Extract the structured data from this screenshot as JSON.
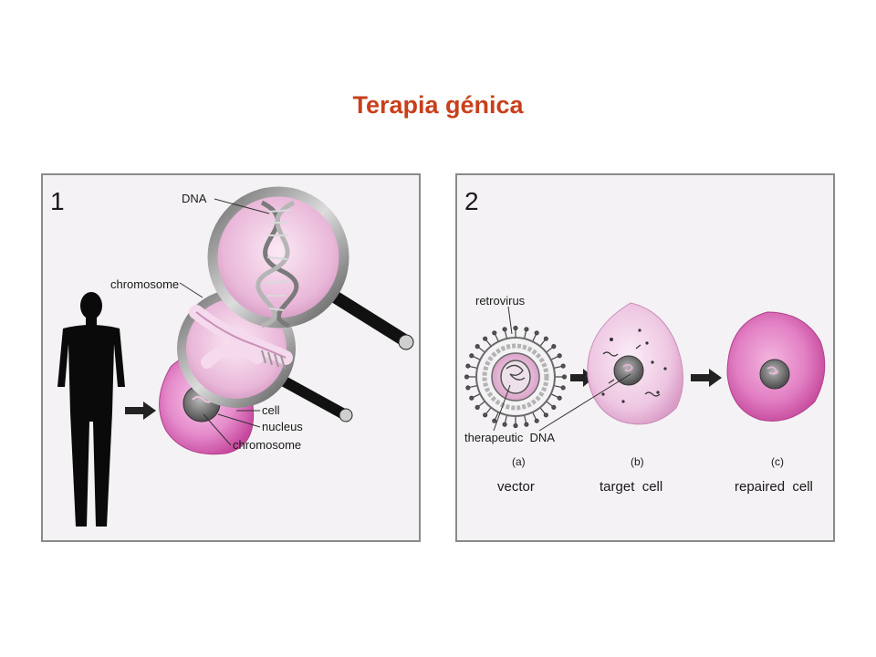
{
  "slide_title": "Terapia génica",
  "panel1": {
    "number": "1",
    "labels": {
      "dna": "DNA",
      "chromosome_top": "chromosome",
      "cell": "cell",
      "nucleus": "nucleus",
      "chromosome_bottom": "chromosome"
    }
  },
  "panel2": {
    "number": "2",
    "labels": {
      "retrovirus": "retrovirus",
      "therapeutic_dna": "therapeutic  DNA",
      "a_letter": "(a)",
      "a_caption": "vector",
      "b_letter": "(b)",
      "b_caption": "target  cell",
      "c_letter": "(c)",
      "c_caption": "repaired  cell"
    }
  },
  "colors": {
    "title": "#c8401c",
    "cell_pink": "#e27fc3",
    "silhouette": "#0a0a0a"
  }
}
